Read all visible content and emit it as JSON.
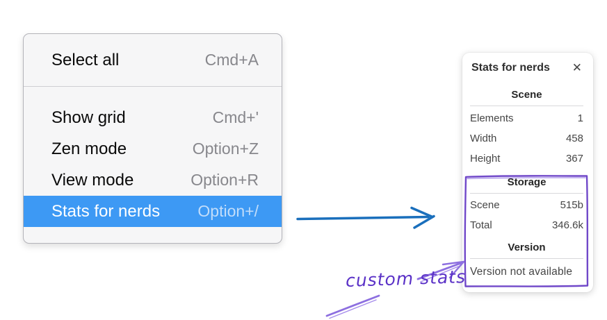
{
  "menu": {
    "items": [
      {
        "label": "Select all",
        "shortcut": "Cmd+A"
      },
      {
        "label": "Show grid",
        "shortcut": "Cmd+'"
      },
      {
        "label": "Zen mode",
        "shortcut": "Option+Z"
      },
      {
        "label": "View mode",
        "shortcut": "Option+R"
      },
      {
        "label": "Stats for nerds",
        "shortcut": "Option+/"
      }
    ],
    "selected_item": "Stats for nerds",
    "highlight_color": "#3d99f4"
  },
  "stats_panel": {
    "title": "Stats for nerds",
    "close_icon": "✕",
    "scene": {
      "heading": "Scene",
      "rows": [
        {
          "label": "Elements",
          "value": "1"
        },
        {
          "label": "Width",
          "value": "458"
        },
        {
          "label": "Height",
          "value": "367"
        }
      ]
    },
    "storage": {
      "heading": "Storage",
      "rows": [
        {
          "label": "Scene",
          "value": "515b"
        },
        {
          "label": "Total",
          "value": "346.6k"
        }
      ]
    },
    "version": {
      "heading": "Version",
      "note": "Version not available"
    }
  },
  "annotations": {
    "custom_stats_label": "custom stats",
    "blue_arrow_color": "#1a6fbc",
    "purple_color": "#7048c9",
    "purple_arrow_color": "#8d6fe0"
  }
}
